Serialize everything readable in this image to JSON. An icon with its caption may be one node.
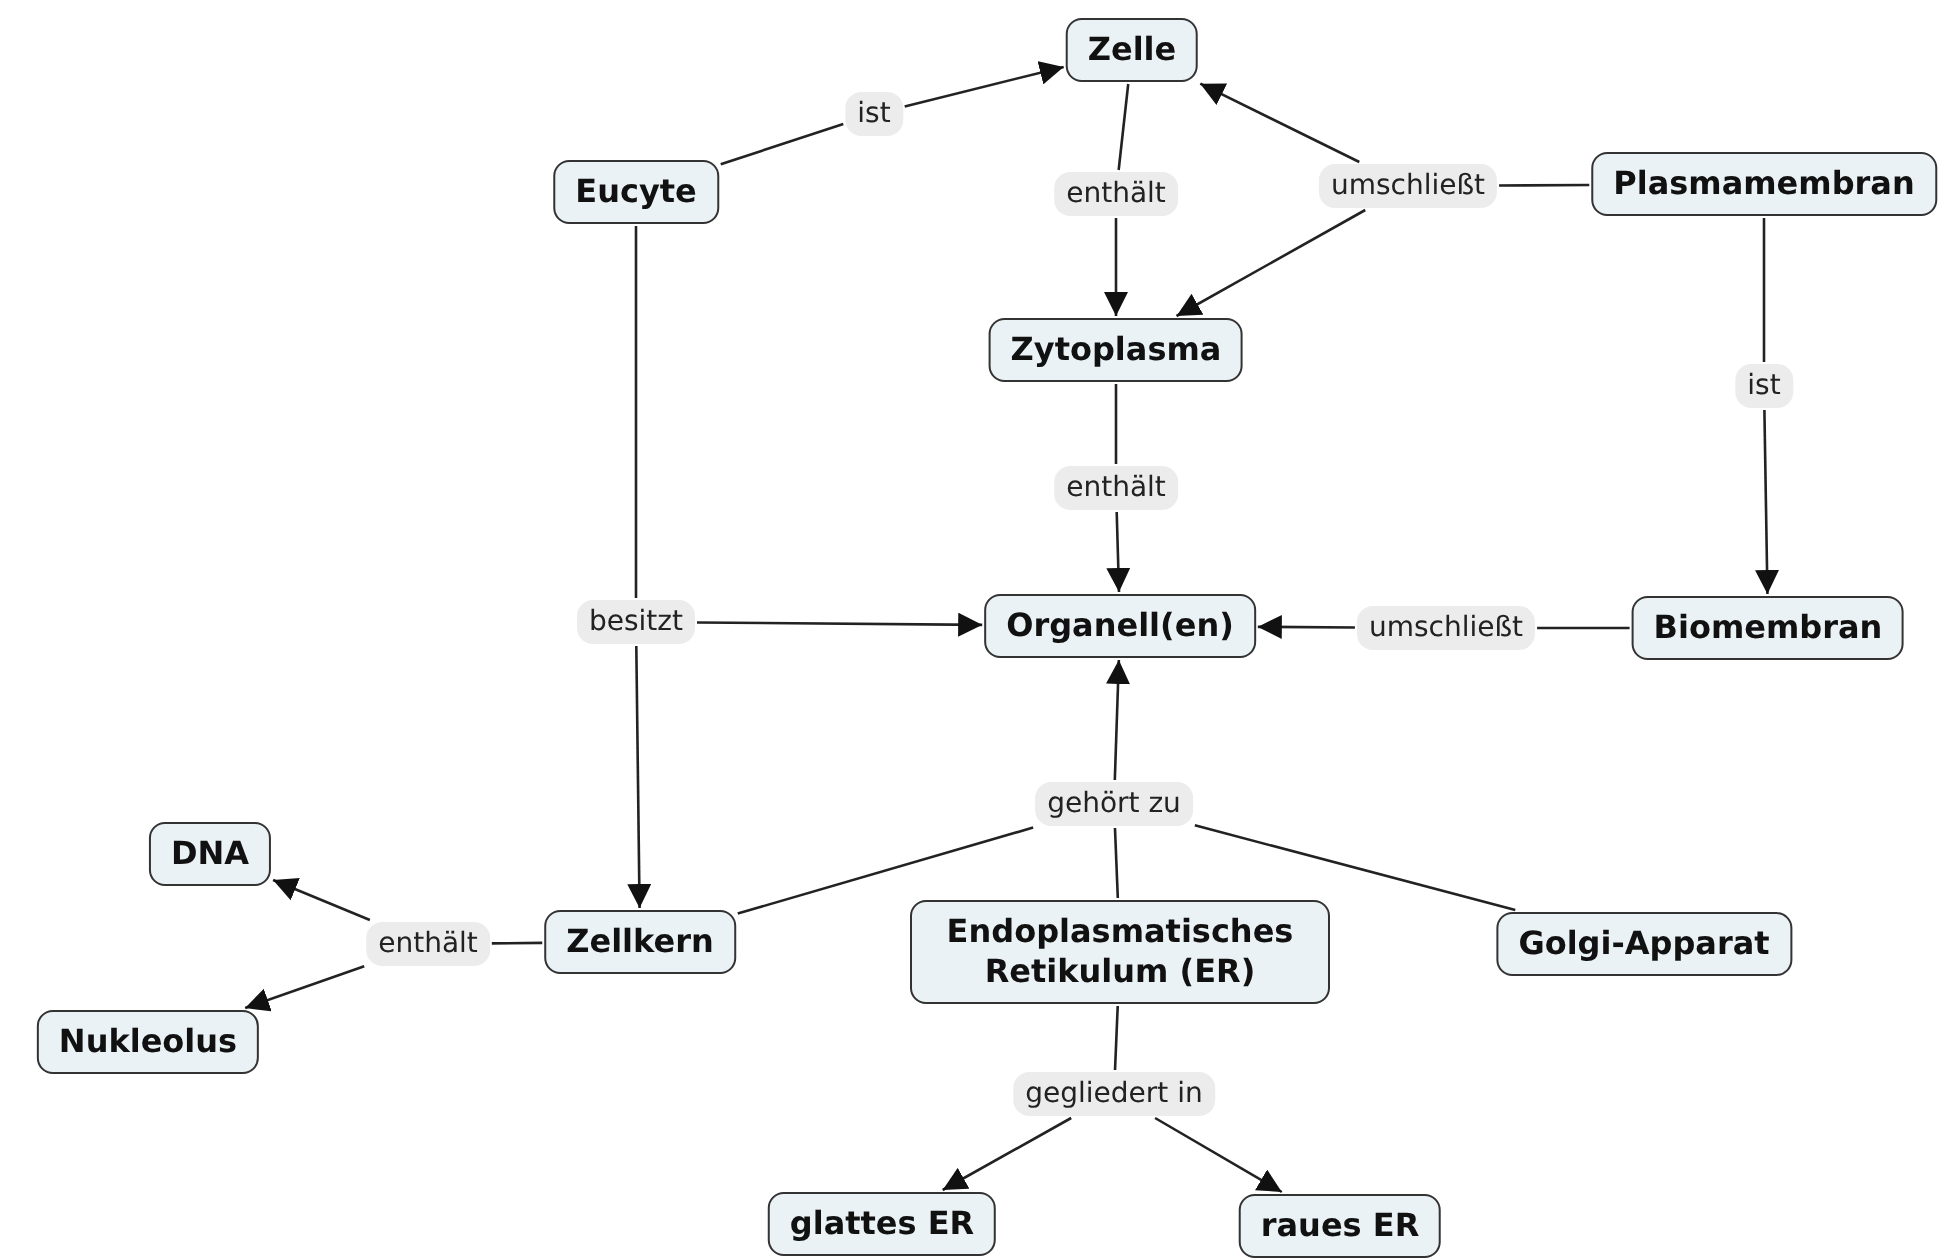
{
  "diagram": {
    "nodes": [
      {
        "text": [
          "Zelle"
        ]
      },
      {
        "text": [
          "Eucyte"
        ]
      },
      {
        "text": [
          "Plasmamembran"
        ]
      },
      {
        "text": [
          "Zytoplasma"
        ]
      },
      {
        "text": [
          "Organell(en)"
        ]
      },
      {
        "text": [
          "Biomembran"
        ]
      },
      {
        "text": [
          "DNA"
        ]
      },
      {
        "text": [
          "Zellkern"
        ]
      },
      {
        "text": [
          "Endoplasmatisches Retikulum (ER)"
        ]
      },
      {
        "text": [
          "Golgi-Apparat"
        ]
      },
      {
        "text": [
          "Nukleolus"
        ]
      },
      {
        "text": [
          "glattes ER"
        ]
      },
      {
        "text": [
          "raues ER"
        ]
      },
      {
        "text": [
          "ist"
        ]
      },
      {
        "text": [
          "enthält"
        ]
      },
      {
        "text": [
          "umschließt"
        ]
      },
      {
        "text": [
          "ist"
        ]
      },
      {
        "text": [
          "enthält"
        ]
      },
      {
        "text": [
          "besitzt"
        ]
      },
      {
        "text": [
          "umschließt"
        ]
      },
      {
        "text": [
          "gehört zu"
        ]
      },
      {
        "text": [
          "enthält"
        ]
      },
      {
        "text": [
          "gegliedert in"
        ]
      }
    ],
    "edges": [
      {
        "from": 1,
        "to": 13,
        "arrow": "none"
      },
      {
        "from": 13,
        "to": 0,
        "arrow": "to"
      },
      {
        "from": 0,
        "to": 14,
        "arrow": "none"
      },
      {
        "from": 14,
        "to": 3,
        "arrow": "to"
      },
      {
        "from": 2,
        "to": 15,
        "arrow": "none"
      },
      {
        "from": 15,
        "to": 0,
        "arrow": "to"
      },
      {
        "from": 15,
        "to": 3,
        "arrow": "to"
      },
      {
        "from": 2,
        "to": 16,
        "arrow": "none"
      },
      {
        "from": 16,
        "to": 5,
        "arrow": "to"
      },
      {
        "from": 3,
        "to": 17,
        "arrow": "none"
      },
      {
        "from": 17,
        "to": 4,
        "arrow": "to"
      },
      {
        "from": 1,
        "to": 18,
        "arrow": "none"
      },
      {
        "from": 18,
        "to": 4,
        "arrow": "to"
      },
      {
        "from": 18,
        "to": 7,
        "arrow": "to"
      },
      {
        "from": 5,
        "to": 19,
        "arrow": "none"
      },
      {
        "from": 19,
        "to": 4,
        "arrow": "to"
      },
      {
        "from": 7,
        "to": 20,
        "arrow": "none"
      },
      {
        "from": 8,
        "to": 20,
        "arrow": "none"
      },
      {
        "from": 9,
        "to": 20,
        "arrow": "none"
      },
      {
        "from": 20,
        "to": 4,
        "arrow": "to"
      },
      {
        "from": 7,
        "to": 21,
        "arrow": "none"
      },
      {
        "from": 21,
        "to": 6,
        "arrow": "to"
      },
      {
        "from": 21,
        "to": 10,
        "arrow": "to"
      },
      {
        "from": 8,
        "to": 22,
        "arrow": "none"
      },
      {
        "from": 22,
        "to": 11,
        "arrow": "to"
      },
      {
        "from": 22,
        "to": 12,
        "arrow": "to"
      }
    ]
  }
}
